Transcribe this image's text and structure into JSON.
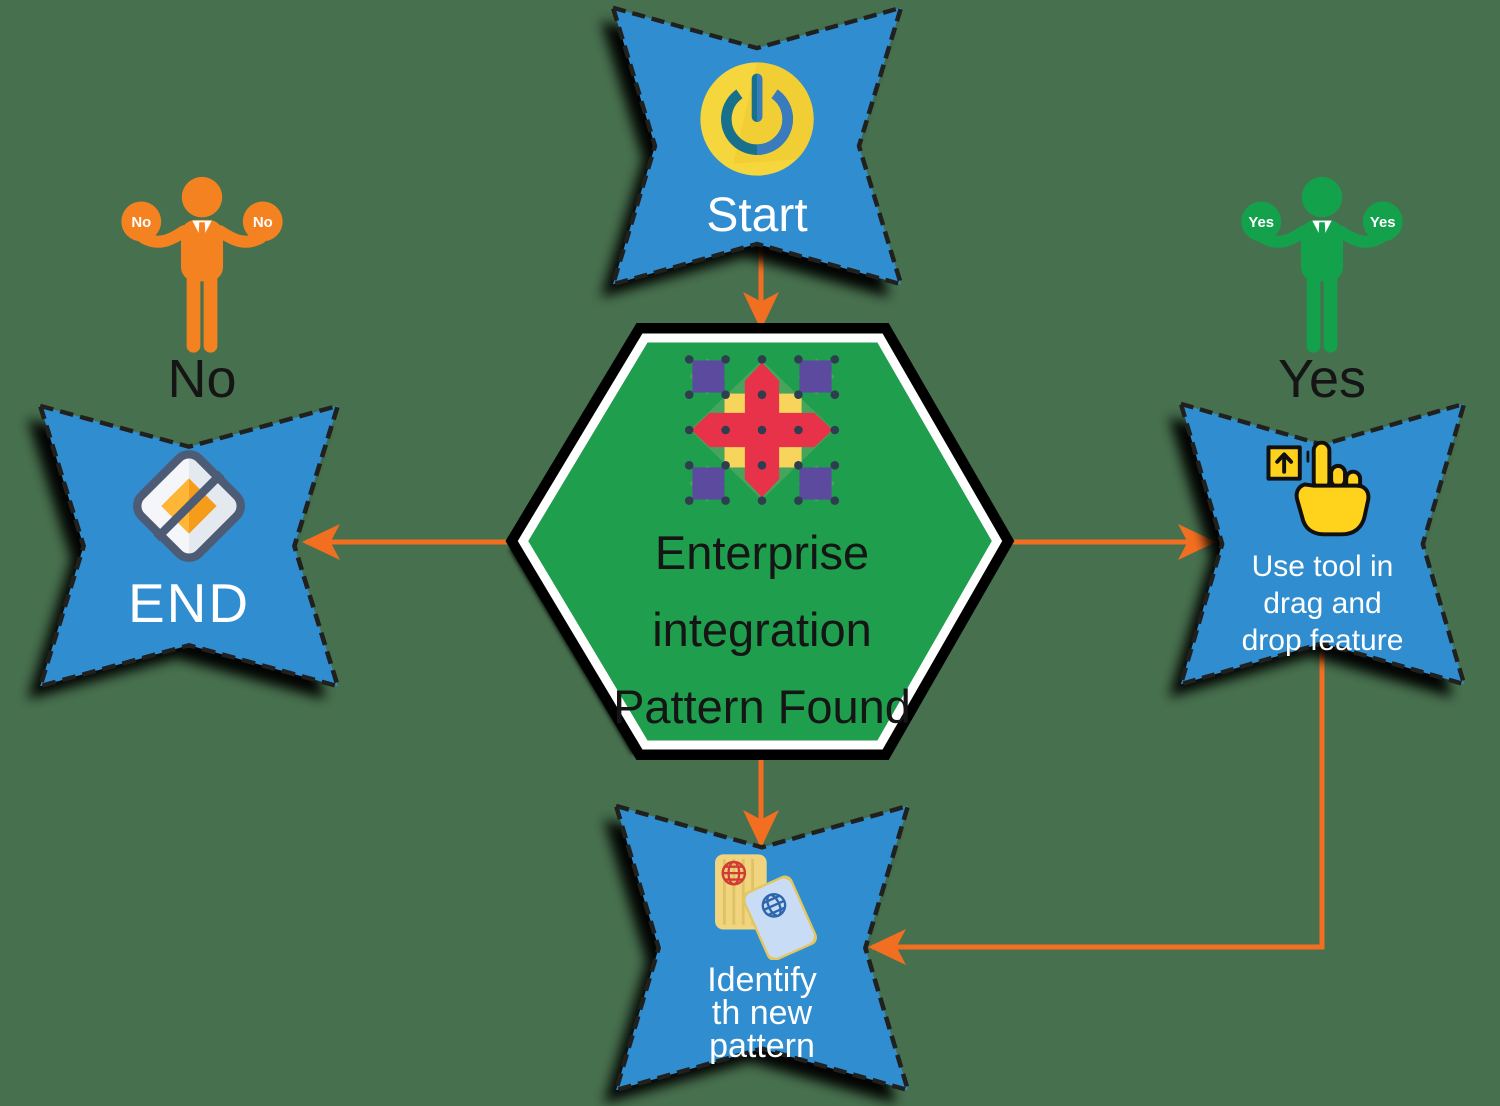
{
  "title": "Enterprise integration pattern flowchart",
  "colors": {
    "bg": "#47704e",
    "node-blue": "#2f8dd0",
    "outline": "#20201e",
    "arrow": "#f26f21",
    "hex-green": "#1f9e4d",
    "label-white": "#ffffff",
    "text-black": "#151515",
    "no-orange": "#f58220",
    "yes-green": "#13a14c",
    "power-yellow": "#f5d63c",
    "power-teal": "#17708c",
    "power-blue": "#3a7bbe"
  },
  "nodes": {
    "start": {
      "label": "Start",
      "icon": "power-icon"
    },
    "center": {
      "lines": [
        "Enterprise",
        "integration",
        "Pattern Found"
      ],
      "icon": "integration-pattern-icon"
    },
    "end": {
      "label": "END",
      "icon": "road-sign-icon"
    },
    "use_tool": {
      "lines": [
        "Use tool in",
        "drag and",
        "drop feature"
      ],
      "icon": "drag-drop-hand-icon"
    },
    "identify": {
      "lines": [
        "Identify",
        "th new",
        "pattern"
      ],
      "icon": "passport-cards-icon"
    }
  },
  "decisions": {
    "no": {
      "label": "No",
      "bubbles": [
        "No",
        "No"
      ]
    },
    "yes": {
      "label": "Yes",
      "bubbles": [
        "Yes",
        "Yes"
      ]
    }
  }
}
